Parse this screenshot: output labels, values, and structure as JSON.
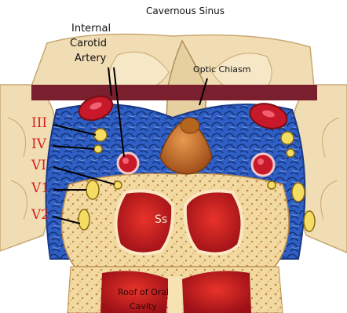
{
  "title": "Cavernous Sinus",
  "labels": {
    "internal_carotid_artery": [
      "Internal",
      "Carotid",
      "Artery"
    ],
    "optic_chiasm": "Optic Chiasm",
    "sphenoid_sinus": "Ss",
    "roof_of_oral_cavity": [
      "Roof of Oral",
      "Cavity"
    ]
  },
  "nerves": [
    "III",
    "IV",
    "VI",
    "V1",
    "V2"
  ],
  "colors": {
    "nerve_label": "#d6221e",
    "sinus_blue": "#2f5fc4",
    "artery_red": "#c8192a",
    "bone": "#f2dca4",
    "brain": "#f0ddb4",
    "nerve_yellow": "#f5dd63",
    "pituitary": "#c96a25"
  }
}
